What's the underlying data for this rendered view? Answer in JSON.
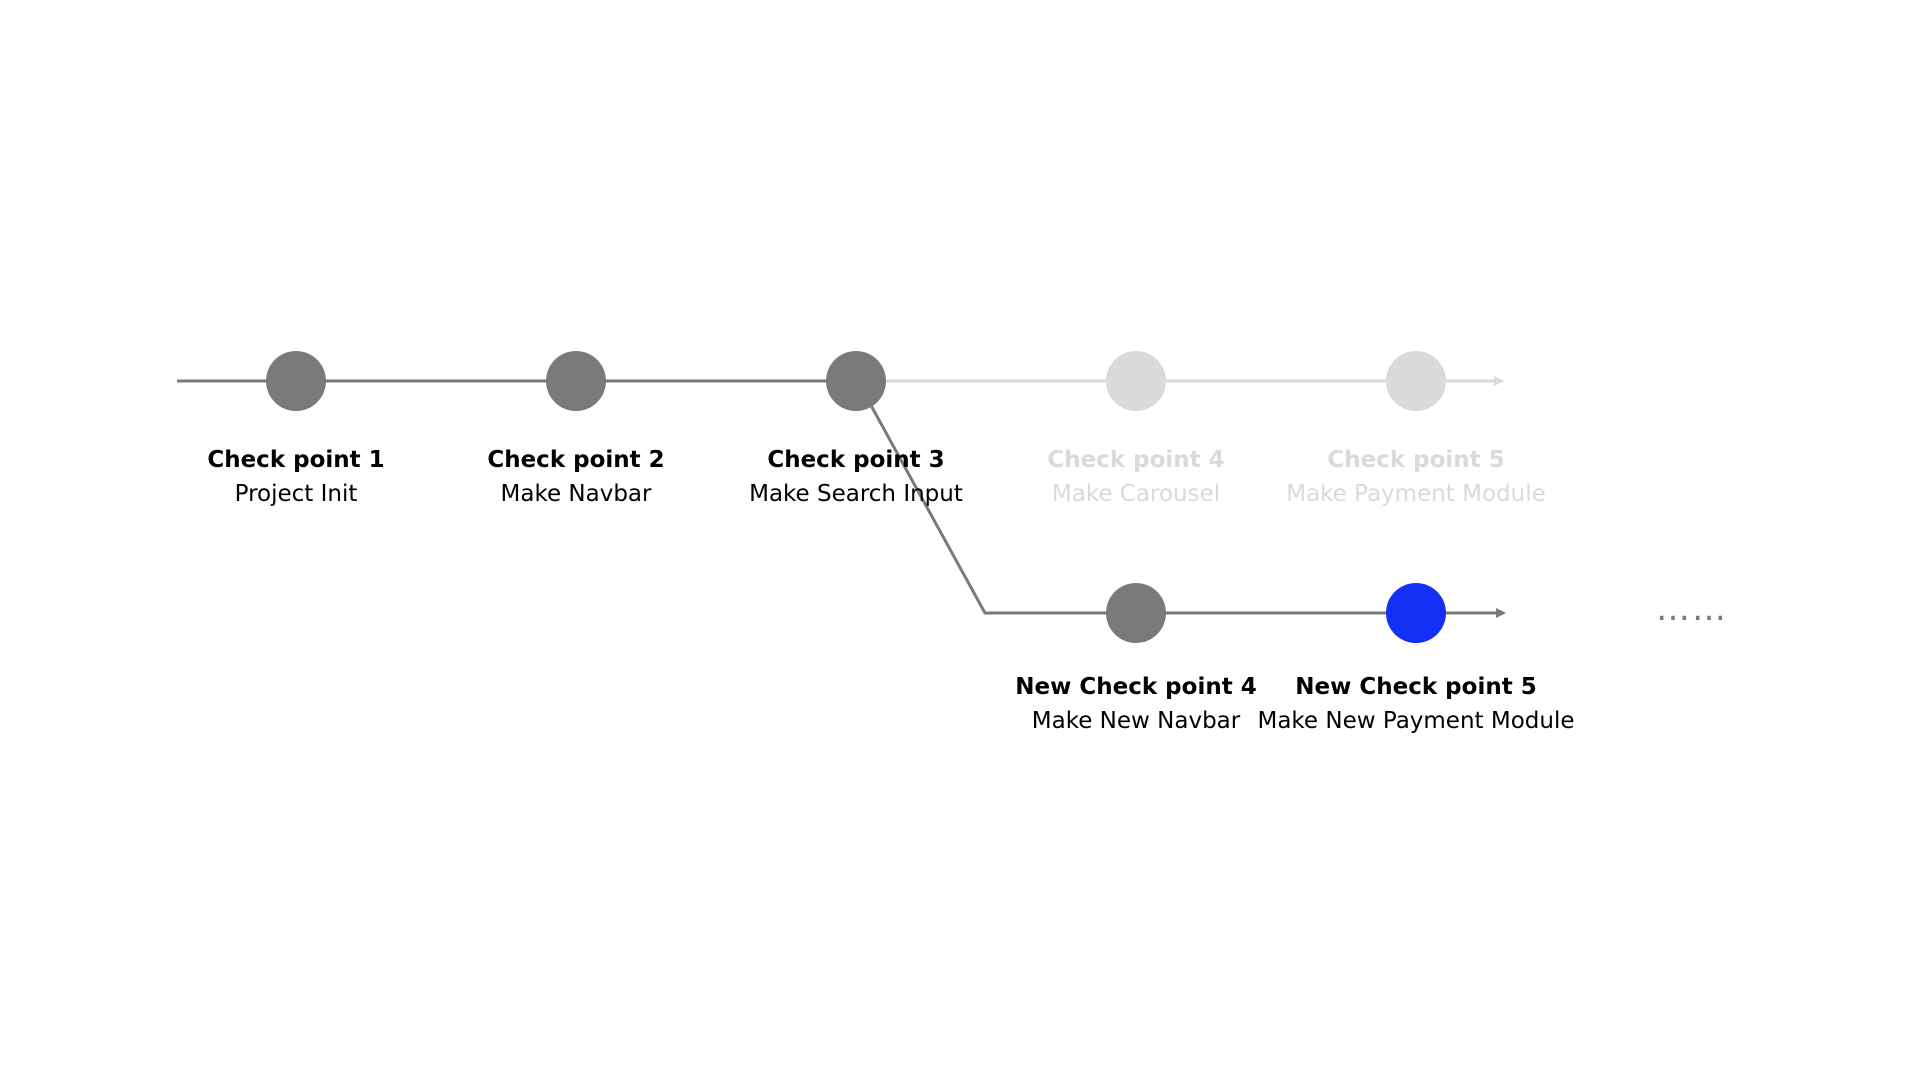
{
  "colors": {
    "background": "#ffffff",
    "active_node": "#7a7a7a",
    "active_line": "#7a7a7a",
    "inactive_node": "#dadada",
    "inactive_line": "#dadada",
    "inactive_text": "#dadada",
    "text": "#000000",
    "current_node": "#1430f5",
    "ellipsis": "#7a7a7a"
  },
  "main_branch": {
    "checkpoints": [
      {
        "id": "cp1",
        "title": "Check point 1",
        "description": "Project Init",
        "state": "active"
      },
      {
        "id": "cp2",
        "title": "Check point 2",
        "description": "Make Navbar",
        "state": "active"
      },
      {
        "id": "cp3",
        "title": "Check point 3",
        "description": "Make Search Input",
        "state": "active"
      },
      {
        "id": "cp4",
        "title": "Check point 4",
        "description": "Make Carousel",
        "state": "inactive"
      },
      {
        "id": "cp5",
        "title": "Check point 5",
        "description": "Make Payment Module",
        "state": "inactive"
      }
    ]
  },
  "new_branch": {
    "branches_from": "cp3",
    "checkpoints": [
      {
        "id": "ncp4",
        "title": "New Check point 4",
        "description": "Make New Navbar",
        "state": "active"
      },
      {
        "id": "ncp5",
        "title": "New Check point 5",
        "description": "Make New Payment Module",
        "state": "current"
      }
    ],
    "continues": "……"
  }
}
